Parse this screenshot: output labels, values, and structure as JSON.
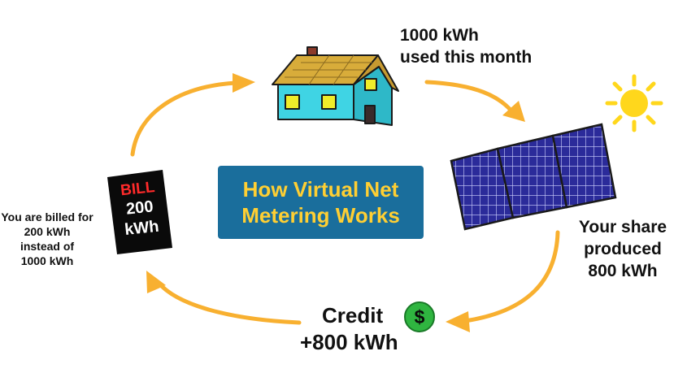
{
  "title": {
    "line1": "How Virtual Net",
    "line2": "Metering Works"
  },
  "house_label": {
    "line1": "1000 kWh",
    "line2": "used this month"
  },
  "solar_label": {
    "line1": "Your share",
    "line2": "produced",
    "line3": "800 kWh"
  },
  "credit_label": {
    "line1": "Credit",
    "line2": "+800 kWh",
    "dollar_symbol": "$"
  },
  "bill": {
    "word": "BILL",
    "amount": "200",
    "unit": "kWh"
  },
  "billed_note": {
    "line1": "You are billed for",
    "line2": "200 kWh",
    "line3": "instead of",
    "line4": "1000 kWh"
  },
  "icons": [
    "house-icon",
    "sun-icon",
    "solar-panel-icon",
    "bill-icon",
    "dollar-coin-icon",
    "cycle-arrow-icon"
  ],
  "colors": {
    "arrow": "#f8b030",
    "title_bg": "#1a6e9c",
    "title_text": "#ffcf33",
    "house_wall": "#3fd4e4",
    "house_roof": "#d8ac3a",
    "window": "#f0ec2a",
    "sun": "#ffd71c",
    "panel": "#2b2b9a",
    "bill_bg": "#0a0a0a",
    "bill_word": "#ff2a2a",
    "coin": "#2fb540"
  }
}
